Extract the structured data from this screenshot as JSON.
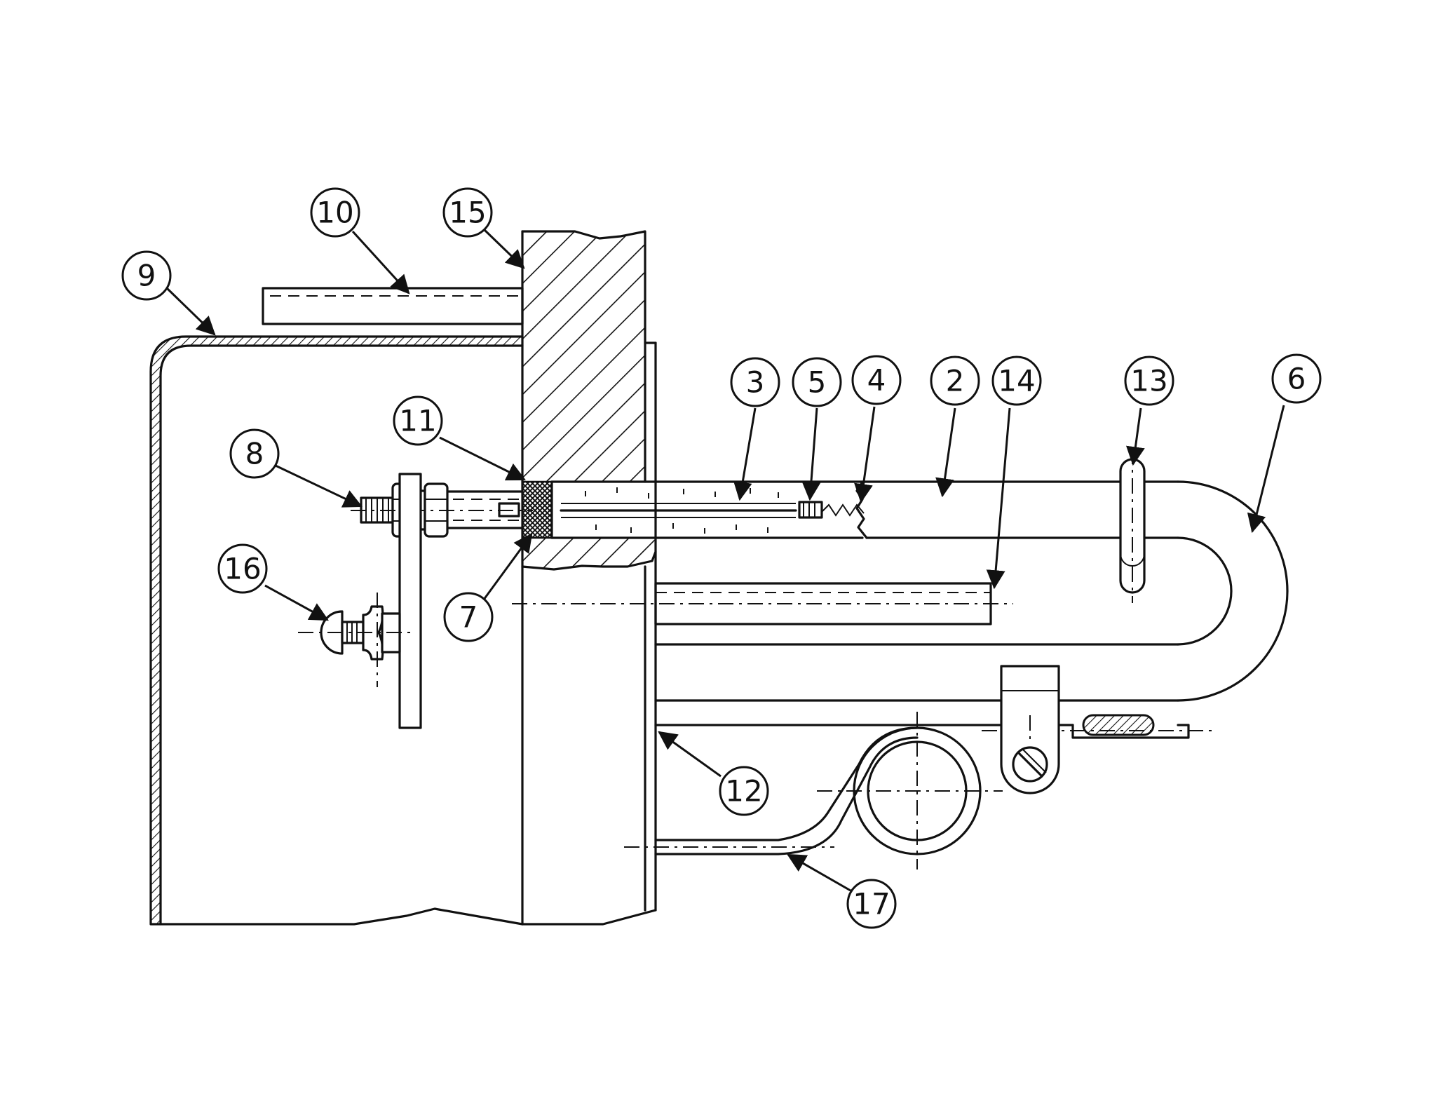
{
  "callouts": [
    {
      "id": "c1",
      "label": "9"
    },
    {
      "id": "c2",
      "label": "10"
    },
    {
      "id": "c3",
      "label": "15"
    },
    {
      "id": "c4",
      "label": "8"
    },
    {
      "id": "c5",
      "label": "11"
    },
    {
      "id": "c6",
      "label": "16"
    },
    {
      "id": "c7",
      "label": "7"
    },
    {
      "id": "c8",
      "label": "3"
    },
    {
      "id": "c9",
      "label": "5"
    },
    {
      "id": "c10",
      "label": "4"
    },
    {
      "id": "c11",
      "label": "2"
    },
    {
      "id": "c12",
      "label": "14"
    },
    {
      "id": "c13",
      "label": "13"
    },
    {
      "id": "c14",
      "label": "6"
    },
    {
      "id": "c15",
      "label": "12"
    },
    {
      "id": "c16",
      "label": "17"
    }
  ],
  "colors": {
    "line": "#111111",
    "background": "#ffffff"
  }
}
